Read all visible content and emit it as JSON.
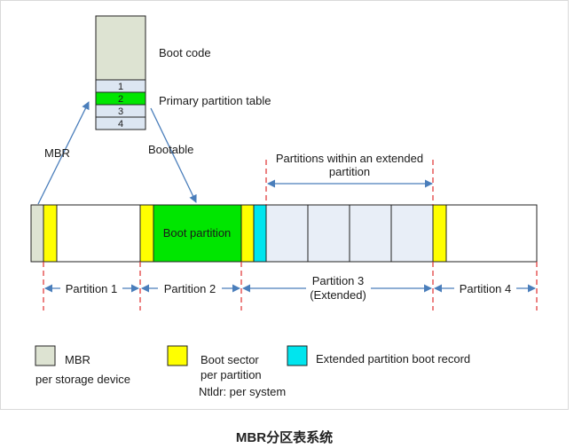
{
  "boot_record": {
    "boot_code_label": "Boot code",
    "table_label": "Primary partition table",
    "entries": [
      "1",
      "2",
      "3",
      "4"
    ],
    "active_entry": "2"
  },
  "annotations": {
    "mbr": "MBR",
    "bootable": "Bootable",
    "extended_within_1": "Partitions within an extended",
    "extended_within_2": "partition"
  },
  "disk": {
    "boot_partition_label": "Boot partition"
  },
  "partitions": {
    "p1": "Partition 1",
    "p2": "Partition 2",
    "p3_line1": "Partition 3",
    "p3_line2": "(Extended)",
    "p4": "Partition 4"
  },
  "legend": {
    "mbr_title": "MBR",
    "mbr_sub": "per storage device",
    "boot_sector_title": "Boot sector",
    "boot_sector_sub1": "per partition",
    "boot_sector_sub2": "Ntldr: per system",
    "ebr_title": "Extended partition boot record"
  },
  "colors": {
    "mbr": "#dde3d2",
    "boot_sector": "#ffff00",
    "boot_partition": "#00e600",
    "ebr": "#00e5ee",
    "extended_fill": "#e8eef7",
    "table_entry": "#dce6f2",
    "arrow": "#4a7ebb",
    "divider": "#e03030"
  },
  "caption": "MBR分区表系统"
}
